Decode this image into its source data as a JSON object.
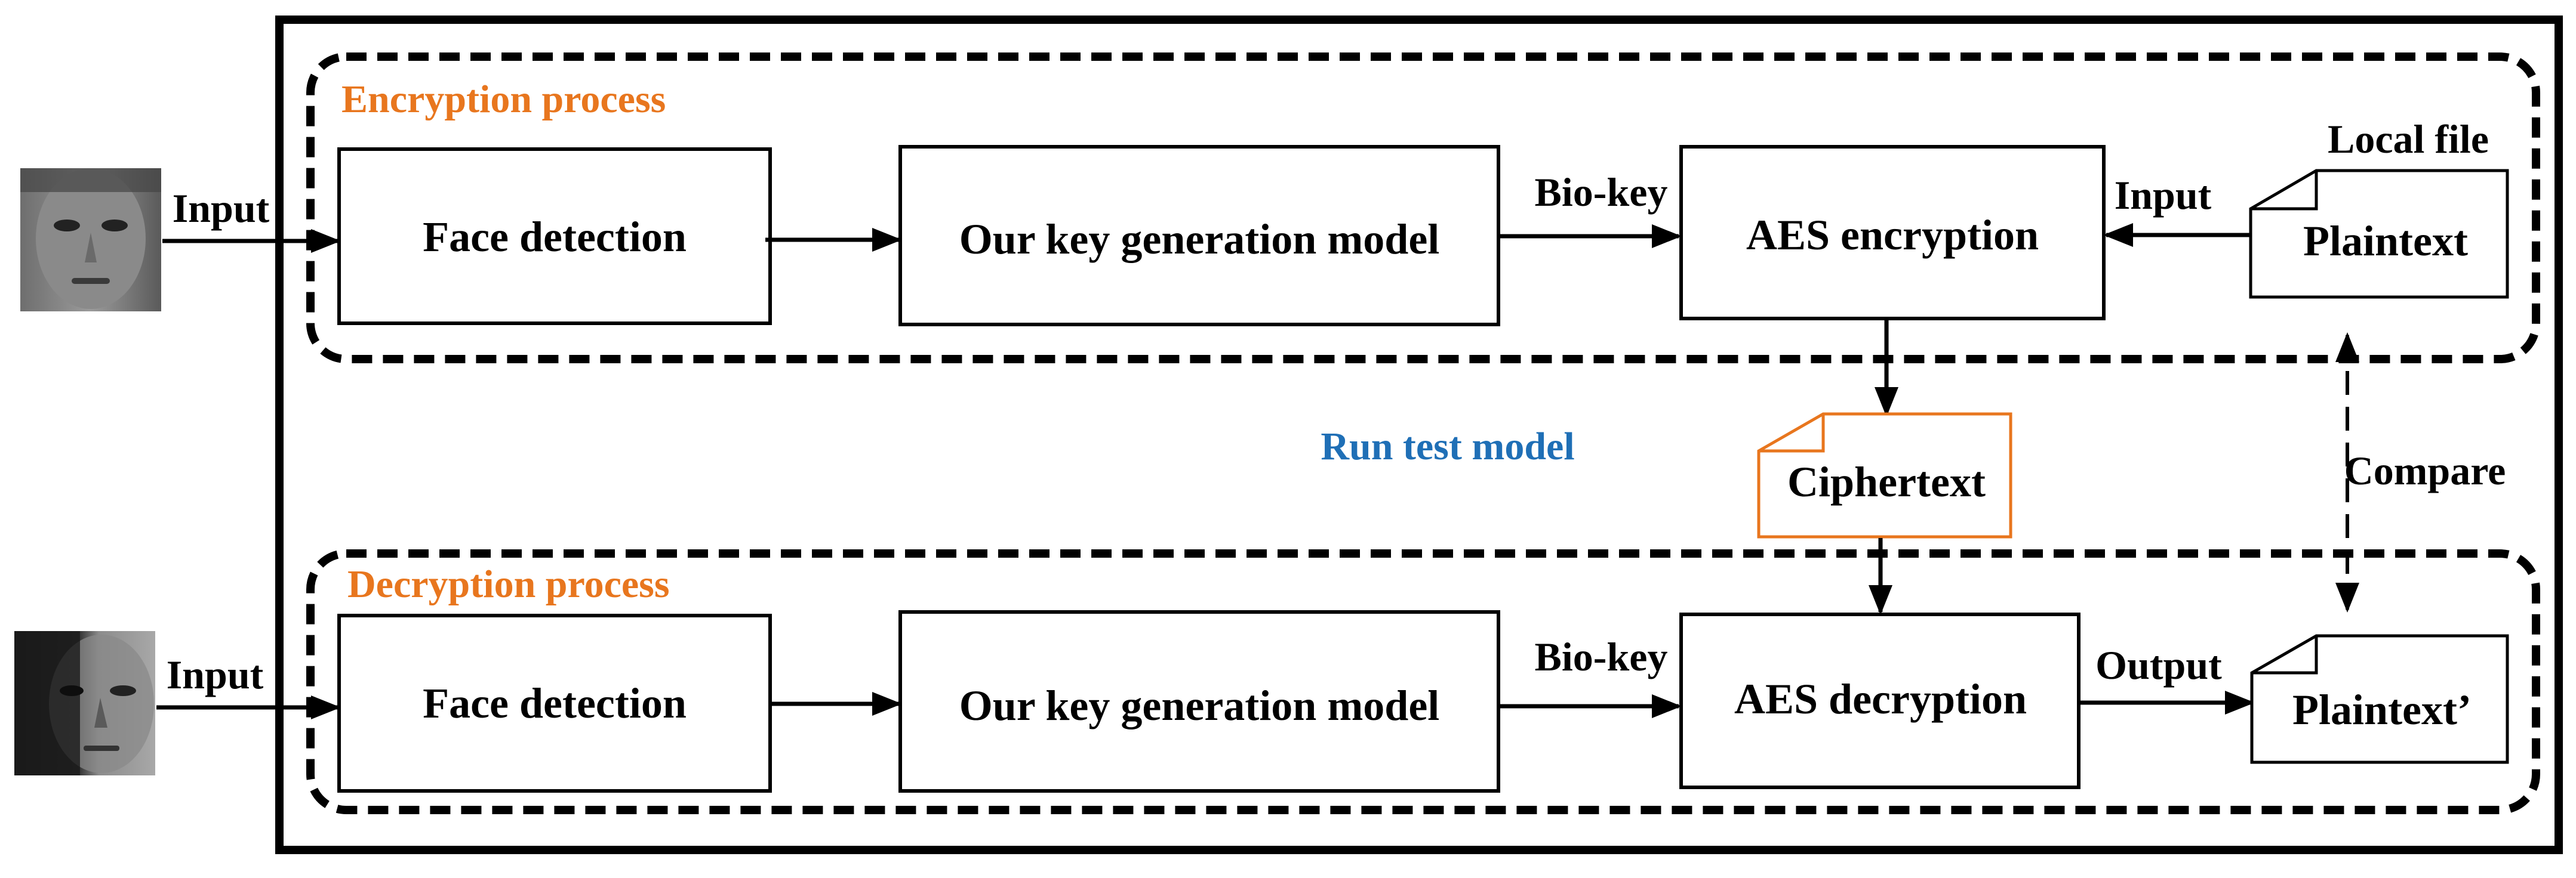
{
  "colors": {
    "frame": "#000000",
    "process_title": "#e8761e",
    "center_label": "#1f6fb6",
    "ciphertext_border": "#e8761e",
    "face_skin": "#9a9a9a",
    "face_shadow": "#2a2a2a"
  },
  "frame": {
    "center_label": "Run test model"
  },
  "encryption": {
    "title": "Encryption  process",
    "input_label": "Input",
    "face_detection": "Face detection",
    "key_model": "Our key generation model",
    "biokey_label": "Bio-key",
    "aes": "AES encryption",
    "file_input_label": "Input",
    "local_file_label": "Local file",
    "plaintext": "Plaintext"
  },
  "decryption": {
    "title": "Decryption process",
    "input_label": "Input",
    "face_detection": "Face detection",
    "key_model": "Our key generation model",
    "biokey_label": "Bio-key",
    "aes": "AES decryption",
    "output_label": "Output",
    "plaintext": "Plaintext’"
  },
  "ciphertext": "Ciphertext",
  "compare_label": "Compare",
  "icons": {
    "input_face_top": "face-photo-icon",
    "input_face_bottom": "face-photo-icon",
    "document": "document-icon"
  }
}
